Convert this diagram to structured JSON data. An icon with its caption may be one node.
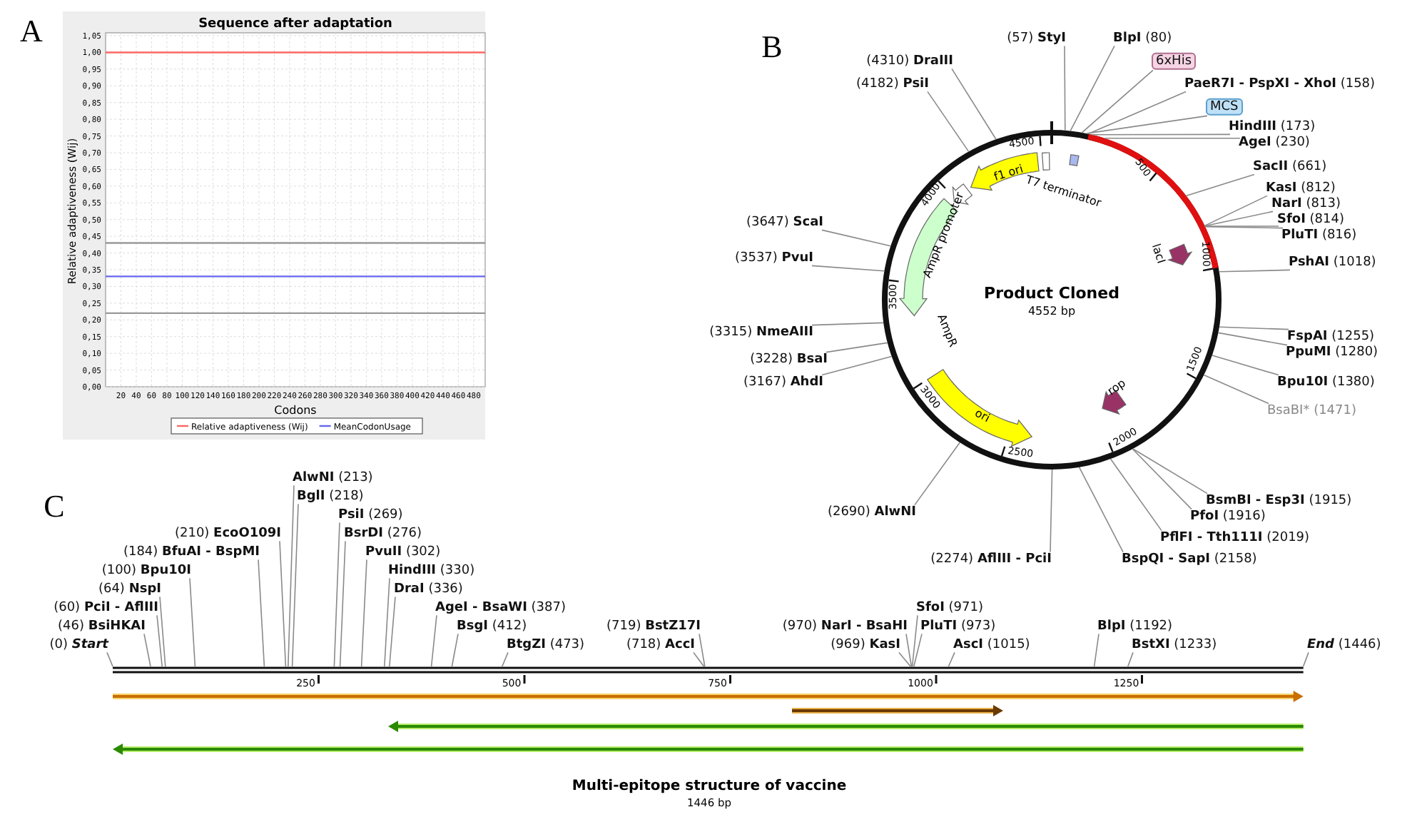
{
  "diagram": {
    "nodes": [
      {
        "text": [
          "(57) **StyI**"
        ]
      },
      {
        "text": [
          "**BlpI** (80)"
        ]
      },
      {
        "text": [
          "6xHis"
        ]
      },
      {
        "text": [
          "**PaeR7I - PspXI - XhoI** (158)"
        ]
      },
      {
        "text": [
          "MCS"
        ]
      },
      {
        "text": [
          "**HindIII** (173)"
        ]
      },
      {
        "text": [
          "**AgeI** (230)"
        ]
      },
      {
        "text": [
          "**SacII** (661)"
        ]
      },
      {
        "text": [
          "**KasI** (812)"
        ]
      },
      {
        "text": [
          "**NarI** (813)"
        ]
      },
      {
        "text": [
          "**SfoI** (814)"
        ]
      },
      {
        "text": [
          "**PluTI** (816)"
        ]
      },
      {
        "text": [
          "**PshAI** (1018)"
        ]
      },
      {
        "text": [
          "**FspAI** (1255)"
        ]
      },
      {
        "text": [
          "**PpuMI** (1280)"
        ]
      },
      {
        "text": [
          "**Bpu10I** (1380)"
        ]
      },
      {
        "text": [
          "BsaBI* (1471)"
        ]
      },
      {
        "text": [
          "**BsmBI - Esp3I** (1915)"
        ]
      },
      {
        "text": [
          "**PfoI** (1916)"
        ]
      },
      {
        "text": [
          "**PflFI - Tth111I** (2019)"
        ]
      },
      {
        "text": [
          "**BspQI - SapI** (2158)"
        ]
      },
      {
        "text": [
          "(2274) **AflIII - PciI**"
        ]
      },
      {
        "text": [
          "(2690) **AlwNI**"
        ]
      },
      {
        "text": [
          "(3167) **AhdI**"
        ]
      },
      {
        "text": [
          "(3228) **BsaI**"
        ]
      },
      {
        "text": [
          "(3315) **NmeAIII**"
        ]
      },
      {
        "text": [
          "(3537) **PvuI**"
        ]
      },
      {
        "text": [
          "(3647) **ScaI**"
        ]
      },
      {
        "text": [
          "(4182) **PsiI**"
        ]
      },
      {
        "text": [
          "(4310) **DraIII**"
        ]
      },
      {
        "text": [
          "(0) *Start*"
        ]
      },
      {
        "text": [
          "(46) **BsiHKAI**"
        ]
      },
      {
        "text": [
          "(60) **PciI - AflIII**"
        ]
      },
      {
        "text": [
          "(64) **NspI**"
        ]
      },
      {
        "text": [
          "(100) **Bpu10I**"
        ]
      },
      {
        "text": [
          "(184) **BfuAI - BspMI**"
        ]
      },
      {
        "text": [
          "(210) **EcoO109I**"
        ]
      },
      {
        "text": [
          "**AlwNI** (213)"
        ]
      },
      {
        "text": [
          "**BglI** (218)"
        ]
      },
      {
        "text": [
          "**PsiI** (269)"
        ]
      },
      {
        "text": [
          "**BsrDI** (276)"
        ]
      },
      {
        "text": [
          "**PvuII** (302)"
        ]
      },
      {
        "text": [
          "**HindIII** (330)"
        ]
      },
      {
        "text": [
          "**DraI** (336)"
        ]
      },
      {
        "text": [
          "**AgeI - BsaWI** (387)"
        ]
      },
      {
        "text": [
          "**BsgI** (412)"
        ]
      },
      {
        "text": [
          "**BtgZI** (473)"
        ]
      },
      {
        "text": [
          "(719) **BstZ17I**"
        ]
      },
      {
        "text": [
          "(718) **AccI**"
        ]
      },
      {
        "text": [
          "(970) **NarI - BsaHI**"
        ]
      },
      {
        "text": [
          "(969) **KasI**"
        ]
      },
      {
        "text": [
          "**SfoI** (971)"
        ]
      },
      {
        "text": [
          "**PluTI** (973)"
        ]
      },
      {
        "text": [
          "**AscI** (1015)"
        ]
      },
      {
        "text": [
          "**BlpI** (1192)"
        ]
      },
      {
        "text": [
          "**BstXI** (1233)"
        ]
      },
      {
        "text": [
          "*End* (1446)"
        ]
      },
      {
        "text": [],
        "shape": "circle"
      },
      {
        "text": [],
        "shape": "bar"
      }
    ],
    "edges": [
      {
        "from": 0,
        "to": 57,
        "arrow": "none"
      },
      {
        "from": 1,
        "to": 57,
        "arrow": "none"
      },
      {
        "from": 2,
        "to": 57,
        "arrow": "none"
      },
      {
        "from": 3,
        "to": 57,
        "arrow": "none"
      },
      {
        "from": 4,
        "to": 57,
        "arrow": "none"
      },
      {
        "from": 5,
        "to": 57,
        "arrow": "none"
      },
      {
        "from": 6,
        "to": 57,
        "arrow": "none"
      },
      {
        "from": 7,
        "to": 57,
        "arrow": "none"
      },
      {
        "from": 8,
        "to": 57,
        "arrow": "none"
      },
      {
        "from": 9,
        "to": 57,
        "arrow": "none"
      },
      {
        "from": 10,
        "to": 57,
        "arrow": "none"
      },
      {
        "from": 11,
        "to": 57,
        "arrow": "none"
      },
      {
        "from": 12,
        "to": 57,
        "arrow": "none"
      },
      {
        "from": 13,
        "to": 57,
        "arrow": "none"
      },
      {
        "from": 14,
        "to": 57,
        "arrow": "none"
      },
      {
        "from": 15,
        "to": 57,
        "arrow": "none"
      },
      {
        "from": 16,
        "to": 57,
        "arrow": "none"
      },
      {
        "from": 17,
        "to": 57,
        "arrow": "none"
      },
      {
        "from": 18,
        "to": 57,
        "arrow": "none"
      },
      {
        "from": 19,
        "to": 57,
        "arrow": "none"
      },
      {
        "from": 20,
        "to": 57,
        "arrow": "none"
      },
      {
        "from": 21,
        "to": 57,
        "arrow": "none"
      },
      {
        "from": 22,
        "to": 57,
        "arrow": "none"
      },
      {
        "from": 23,
        "to": 57,
        "arrow": "none"
      },
      {
        "from": 24,
        "to": 57,
        "arrow": "none"
      },
      {
        "from": 25,
        "to": 57,
        "arrow": "none"
      },
      {
        "from": 26,
        "to": 57,
        "arrow": "none"
      },
      {
        "from": 27,
        "to": 57,
        "arrow": "none"
      },
      {
        "from": 28,
        "to": 57,
        "arrow": "none"
      },
      {
        "from": 29,
        "to": 57,
        "arrow": "none"
      },
      {
        "from": 30,
        "to": 58,
        "arrow": "none"
      },
      {
        "from": 31,
        "to": 58,
        "arrow": "none"
      },
      {
        "from": 32,
        "to": 58,
        "arrow": "none"
      },
      {
        "from": 33,
        "to": 58,
        "arrow": "none"
      },
      {
        "from": 34,
        "to": 58,
        "arrow": "none"
      },
      {
        "from": 35,
        "to": 58,
        "arrow": "none"
      },
      {
        "from": 36,
        "to": 58,
        "arrow": "none"
      },
      {
        "from": 37,
        "to": 58,
        "arrow": "none"
      },
      {
        "from": 38,
        "to": 58,
        "arrow": "none"
      },
      {
        "from": 39,
        "to": 58,
        "arrow": "none"
      },
      {
        "from": 40,
        "to": 58,
        "arrow": "none"
      },
      {
        "from": 41,
        "to": 58,
        "arrow": "none"
      },
      {
        "from": 42,
        "to": 58,
        "arrow": "none"
      },
      {
        "from": 43,
        "to": 58,
        "arrow": "none"
      },
      {
        "from": 44,
        "to": 58,
        "arrow": "none"
      },
      {
        "from": 45,
        "to": 58,
        "arrow": "none"
      },
      {
        "from": 46,
        "to": 58,
        "arrow": "none"
      },
      {
        "from": 47,
        "to": 58,
        "arrow": "none"
      },
      {
        "from": 48,
        "to": 58,
        "arrow": "none"
      },
      {
        "from": 49,
        "to": 58,
        "arrow": "none"
      },
      {
        "from": 50,
        "to": 58,
        "arrow": "none"
      },
      {
        "from": 51,
        "to": 58,
        "arrow": "none"
      },
      {
        "from": 52,
        "to": 58,
        "arrow": "none"
      },
      {
        "from": 53,
        "to": 58,
        "arrow": "none"
      },
      {
        "from": 54,
        "to": 58,
        "arrow": "none"
      },
      {
        "from": 55,
        "to": 58,
        "arrow": "none"
      },
      {
        "from": 56,
        "to": 58,
        "arrow": "none"
      }
    ],
    "labels": [
      "A",
      "B",
      "Product Cloned",
      "4552 bp",
      "f1 ori",
      "T7 terminator",
      "AmpR promoter",
      "AmpR",
      "ori",
      "rop",
      "lacI",
      "500",
      "1000",
      "1500",
      "2000",
      "2500",
      "3000",
      "3500",
      "4000",
      "4500",
      "C",
      "250",
      "500",
      "750",
      "1000",
      "1250",
      "Multi-epitope structure of vaccine",
      "1446 bp"
    ],
    "chart_data": {
      "type": "line",
      "title": "Sequence after adaptation",
      "xlabel": "Codons",
      "ylabel": "Relative adaptiveness (Wij)",
      "x": [
        0,
        495
      ],
      "series": [
        {
          "name": "Relative adaptiveness (Wij)",
          "color": "#ff6666",
          "values": [
            1.0,
            1.0
          ]
        },
        {
          "name": "MeanCodonUsage",
          "color": "#6666ee",
          "values": [
            0.33,
            0.33
          ]
        },
        {
          "color": "#999999",
          "values": [
            0.43,
            0.43
          ]
        },
        {
          "color": "#999999",
          "values": [
            0.22,
            0.22
          ]
        }
      ],
      "xlim": [
        0,
        495
      ],
      "ylim": [
        0,
        1.05
      ],
      "xticks": [
        20,
        40,
        60,
        80,
        100,
        120,
        140,
        160,
        180,
        200,
        220,
        240,
        260,
        280,
        300,
        320,
        340,
        360,
        380,
        400,
        420,
        440,
        460,
        480
      ],
      "yticks": [
        {
          "value": 0,
          "label": "0,00"
        },
        {
          "value": 0.05,
          "label": "0,05"
        },
        {
          "value": 0.1,
          "label": "0,10"
        },
        {
          "value": 0.15,
          "label": "0,15"
        },
        {
          "value": 0.2,
          "label": "0,20"
        },
        {
          "value": 0.25,
          "label": "0,25"
        },
        {
          "value": 0.3,
          "label": "0,30"
        },
        {
          "value": 0.35,
          "label": "0,35"
        },
        {
          "value": 0.4,
          "label": "0,40"
        },
        {
          "value": 0.45,
          "label": "0,45"
        },
        {
          "value": 0.5,
          "label": "0,50"
        },
        {
          "value": 0.55,
          "label": "0,55"
        },
        {
          "value": 0.6,
          "label": "0,60"
        },
        {
          "value": 0.65,
          "label": "0,65"
        },
        {
          "value": 0.7,
          "label": "0,70"
        },
        {
          "value": 0.75,
          "label": "0,75"
        },
        {
          "value": 0.8,
          "label": "0,80"
        },
        {
          "value": 0.85,
          "label": "0,85"
        },
        {
          "value": 0.9,
          "label": "0,90"
        },
        {
          "value": 0.95,
          "label": "0,95"
        },
        {
          "value": 1.0,
          "label": "1,00"
        },
        {
          "value": 1.05,
          "label": "1,05"
        }
      ],
      "grid": true,
      "legend": "bottom"
    }
  }
}
